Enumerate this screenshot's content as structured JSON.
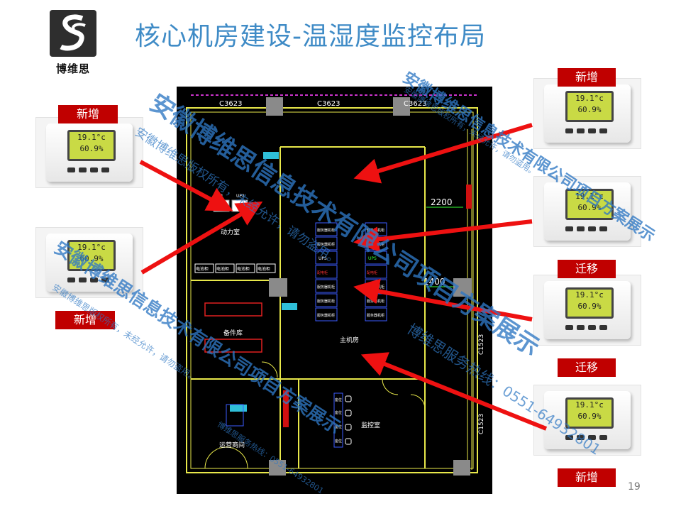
{
  "title": "核心机房建设-温湿度监控布局",
  "brand_text": "博维思",
  "page_number": "19",
  "sensor_display": {
    "line1": "19.1°c",
    "line2": "60.9%"
  },
  "tags": {
    "left_top": "新增",
    "left_bottom": "新增",
    "right_1": "新增",
    "right_2": "迁移",
    "right_3": "迁移",
    "right_4": "新增"
  },
  "plan": {
    "dims_top": [
      "C3623",
      "C3623",
      "C3623"
    ],
    "dim_2200": "2200",
    "dim_1400": "1400",
    "dims_right": [
      "C1523",
      "C1523"
    ],
    "rooms": {
      "power": "动力室",
      "spares": "备件库",
      "main": "主机房",
      "monitor": "监控室",
      "ops": "运营商间"
    },
    "ups_labels": [
      "UP1",
      "UP2"
    ],
    "battery_cabinets": [
      "电池柜",
      "电池柜",
      "电池柜",
      "电池柜"
    ],
    "server_rack": "服务器机柜",
    "ups_rack": "UPS",
    "power_rack": "配电柜",
    "seat": "座位"
  },
  "watermarks": {
    "company": "安徽博维思信息技术有限公司项目方案展示",
    "copyright": "安徽博维思版权所有，未经允许，请勿盗用。",
    "hotline": "博维思服务热线：0551-64932801"
  },
  "colors": {
    "title": "#3f8bc6",
    "tag": "#c00000",
    "arrow": "#ee1111",
    "wall": "#e8e84a",
    "watermark": "#2f78c4"
  }
}
